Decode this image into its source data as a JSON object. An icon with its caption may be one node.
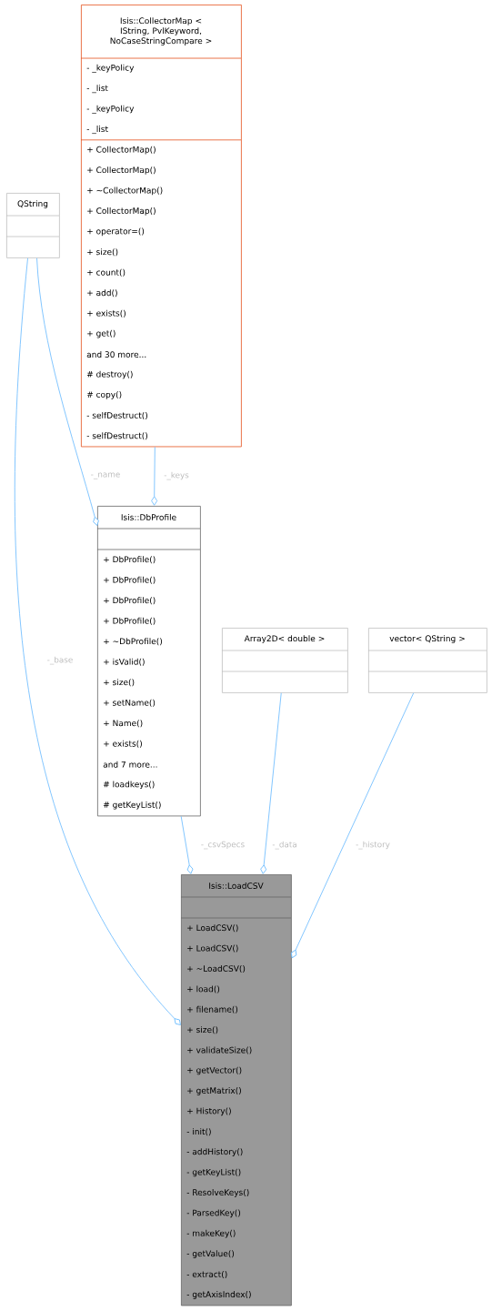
{
  "diagram": {
    "nodes": [
      {
        "text": [
          "Isis::CollectorMap < IString, PvlKeyword, NoCaseStringCompare >",
          "- _keyPolicy",
          "- _list",
          "- _keyPolicy",
          "- _list",
          "+ CollectorMap()",
          "+ CollectorMap()",
          "+ ~CollectorMap()",
          "+ CollectorMap()",
          "+ operator=()",
          "+ size()",
          "+ count()",
          "+ add()",
          "+ exists()",
          "+ get()",
          "and 30 more...",
          "# destroy()",
          "# copy()",
          "- selfDestruct()",
          "- selfDestruct()"
        ]
      },
      {
        "text": [
          "QString"
        ]
      },
      {
        "text": [
          "Isis::DbProfile",
          "+ DbProfile()",
          "+ DbProfile()",
          "+ DbProfile()",
          "+ DbProfile()",
          "+ ~DbProfile()",
          "+ isValid()",
          "+ size()",
          "+ setName()",
          "+ Name()",
          "+ exists()",
          "and 7 more...",
          "# loadkeys()",
          "# getKeyList()"
        ]
      },
      {
        "text": [
          "Array2D< double >"
        ]
      },
      {
        "text": [
          "vector< QString >"
        ]
      },
      {
        "text": [
          "Isis::LoadCSV",
          "+ LoadCSV()",
          "+ LoadCSV()",
          "+ ~LoadCSV()",
          "+ load()",
          "+ filename()",
          "+ size()",
          "+ validateSize()",
          "+ getVector()",
          "+ getMatrix()",
          "+ History()",
          "- init()",
          "- addHistory()",
          "- getKeyList()",
          "- ResolveKeys()",
          "- ParsedKey()",
          "- makeKey()",
          "- getValue()",
          "- extract()",
          "- getAxisIndex()"
        ]
      }
    ],
    "edges": [
      {
        "from": 1,
        "to": 2,
        "arrow": "other",
        "label": "-_name"
      },
      {
        "from": 0,
        "to": 2,
        "arrow": "other",
        "label": "-_keys"
      },
      {
        "from": 1,
        "to": 5,
        "arrow": "other",
        "label": "-_base"
      },
      {
        "from": 2,
        "to": 5,
        "arrow": "other",
        "label": "-_csvSpecs"
      },
      {
        "from": 3,
        "to": 5,
        "arrow": "other",
        "label": "-_data"
      },
      {
        "from": 4,
        "to": 5,
        "arrow": "other",
        "label": "-_history"
      }
    ]
  }
}
